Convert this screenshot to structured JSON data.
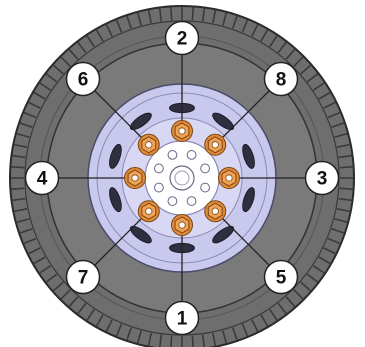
{
  "diagram": {
    "lug_nut_callouts": [
      {
        "label": "1",
        "nut_angle_deg": 90
      },
      {
        "label": "2",
        "nut_angle_deg": 270
      },
      {
        "label": "3",
        "nut_angle_deg": 0
      },
      {
        "label": "4",
        "nut_angle_deg": 180
      },
      {
        "label": "5",
        "nut_angle_deg": 45
      },
      {
        "label": "6",
        "nut_angle_deg": 225
      },
      {
        "label": "7",
        "nut_angle_deg": 135
      },
      {
        "label": "8",
        "nut_angle_deg": 315
      }
    ],
    "colors": {
      "tire": "#6e6e6e",
      "tire_edge": "#2b2b2b",
      "rim_disc": "#c9c9ee",
      "rim_outline": "#4a4a6a",
      "hub": "#ffffff",
      "lug_nut": "#f0a256",
      "lug_nut_center": "#ffffff",
      "callout_circle": "#ffffff",
      "callout_outline": "#222222"
    }
  }
}
